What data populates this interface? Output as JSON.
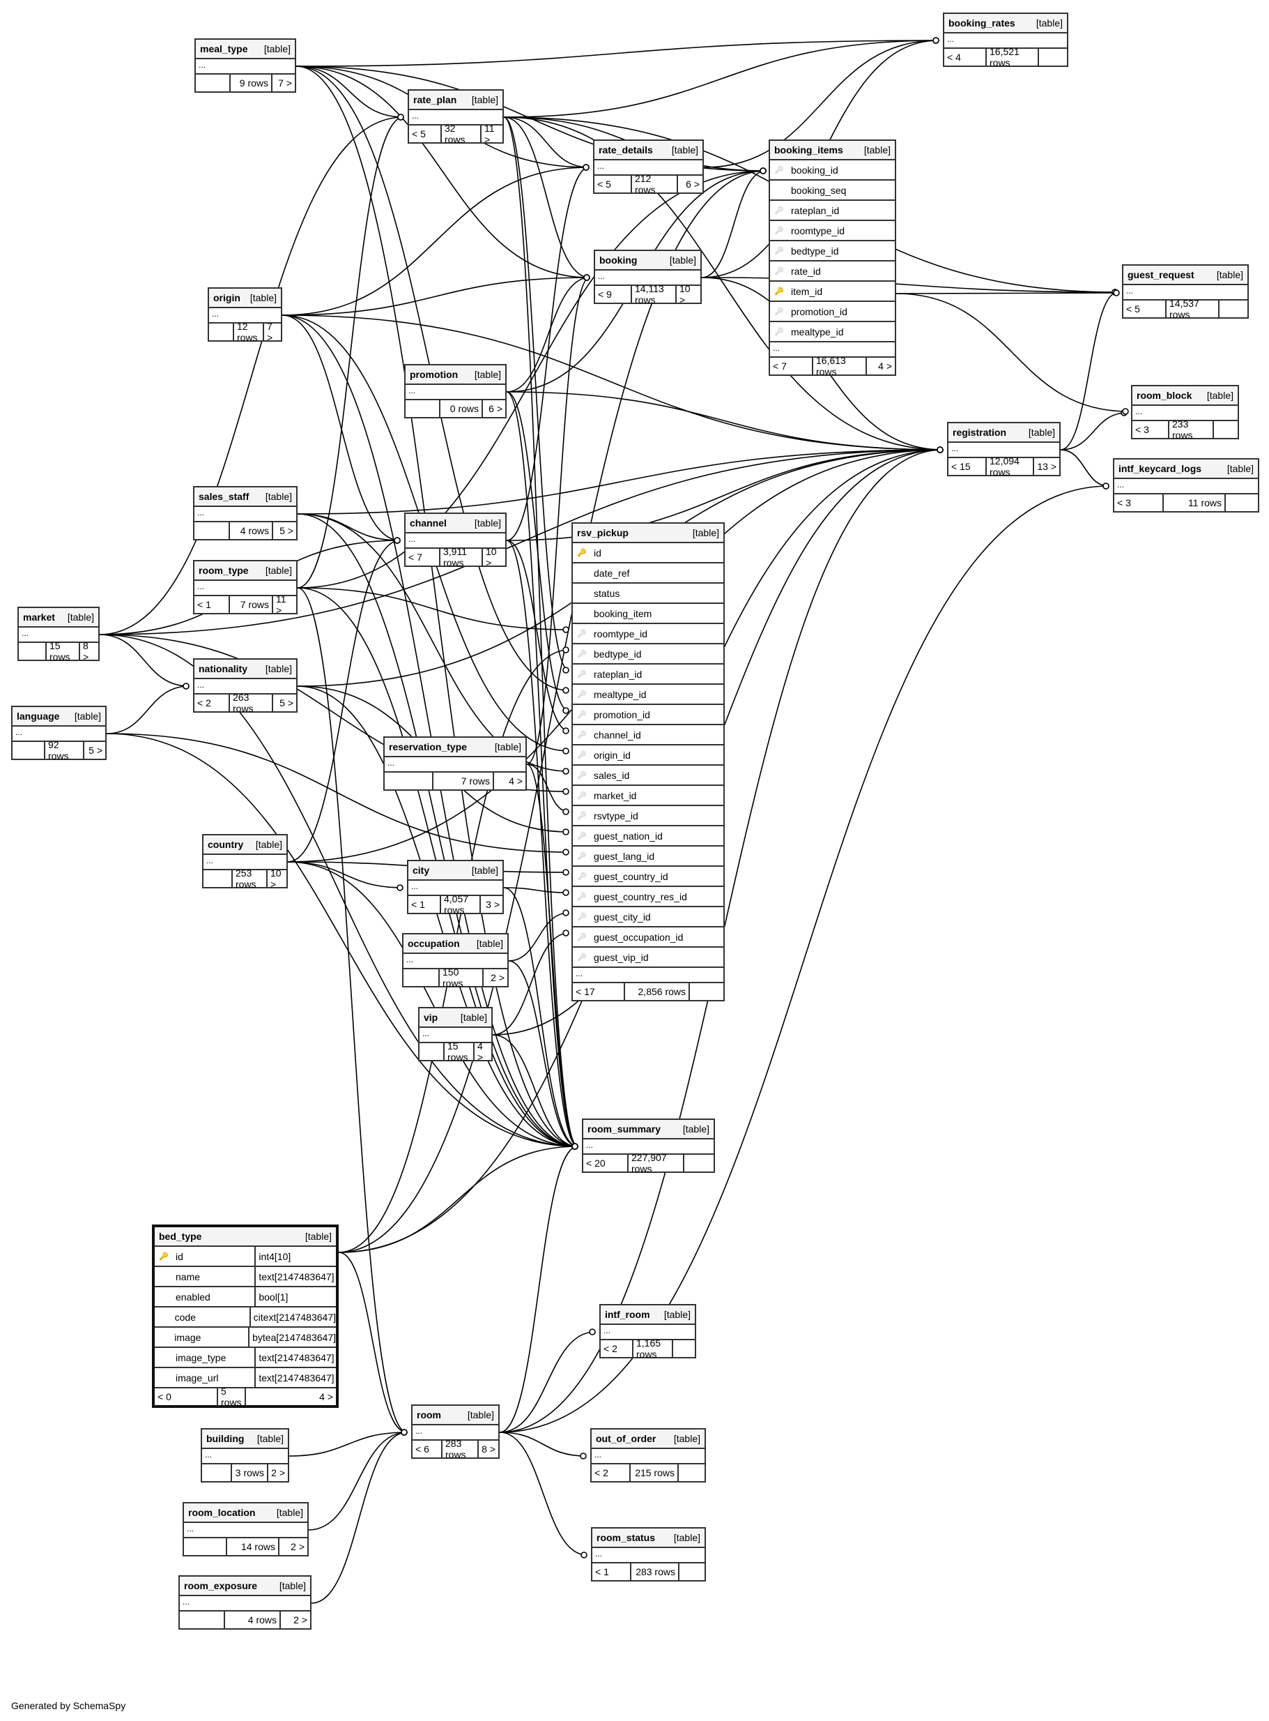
{
  "diagram": {
    "generator_note": "Generated by SchemaSpy",
    "type_label": "[table]",
    "ellipsis": "..."
  },
  "tables": {
    "meal_type": {
      "name": "meal_type",
      "parents": "",
      "rows": "9 rows",
      "children": "7 >"
    },
    "rate_plan": {
      "name": "rate_plan",
      "parents": "< 5",
      "rows": "32 rows",
      "children": "11 >"
    },
    "rate_details": {
      "name": "rate_details",
      "parents": "< 5",
      "rows": "212 rows",
      "children": "6 >"
    },
    "booking": {
      "name": "booking",
      "parents": "< 9",
      "rows": "14,113 rows",
      "children": "10 >"
    },
    "booking_rates": {
      "name": "booking_rates",
      "parents": "< 4",
      "rows": "16,521 rows",
      "children": ""
    },
    "guest_request": {
      "name": "guest_request",
      "parents": "< 5",
      "rows": "14,537 rows",
      "children": ""
    },
    "room_block": {
      "name": "room_block",
      "parents": "< 3",
      "rows": "233 rows",
      "children": ""
    },
    "registration": {
      "name": "registration",
      "parents": "< 15",
      "rows": "12,094 rows",
      "children": "13 >"
    },
    "intf_keycard_logs": {
      "name": "intf_keycard_logs",
      "parents": "< 3",
      "rows": "11 rows",
      "children": ""
    },
    "origin": {
      "name": "origin",
      "parents": "",
      "rows": "12 rows",
      "children": "7 >"
    },
    "promotion": {
      "name": "promotion",
      "parents": "",
      "rows": "0 rows",
      "children": "6 >"
    },
    "sales_staff": {
      "name": "sales_staff",
      "parents": "",
      "rows": "4 rows",
      "children": "5 >"
    },
    "channel": {
      "name": "channel",
      "parents": "< 7",
      "rows": "3,911 rows",
      "children": "10 >"
    },
    "room_type": {
      "name": "room_type",
      "parents": "< 1",
      "rows": "7 rows",
      "children": "11 >"
    },
    "market": {
      "name": "market",
      "parents": "",
      "rows": "15 rows",
      "children": "8 >"
    },
    "nationality": {
      "name": "nationality",
      "parents": "< 2",
      "rows": "263 rows",
      "children": "5 >"
    },
    "language": {
      "name": "language",
      "parents": "",
      "rows": "92 rows",
      "children": "5 >"
    },
    "reservation_type": {
      "name": "reservation_type",
      "parents": "",
      "rows": "7 rows",
      "children": "4 >"
    },
    "country": {
      "name": "country",
      "parents": "",
      "rows": "253 rows",
      "children": "10 >"
    },
    "city": {
      "name": "city",
      "parents": "< 1",
      "rows": "4,057 rows",
      "children": "3 >"
    },
    "occupation": {
      "name": "occupation",
      "parents": "",
      "rows": "150 rows",
      "children": "2 >"
    },
    "vip": {
      "name": "vip",
      "parents": "",
      "rows": "15 rows",
      "children": "4 >"
    },
    "room_summary": {
      "name": "room_summary",
      "parents": "< 20",
      "rows": "227,907 rows",
      "children": ""
    },
    "intf_room": {
      "name": "intf_room",
      "parents": "< 2",
      "rows": "1,165 rows",
      "children": ""
    },
    "room": {
      "name": "room",
      "parents": "< 6",
      "rows": "283 rows",
      "children": "8 >"
    },
    "out_of_order": {
      "name": "out_of_order",
      "parents": "< 2",
      "rows": "215 rows",
      "children": ""
    },
    "room_status": {
      "name": "room_status",
      "parents": "< 1",
      "rows": "283 rows",
      "children": ""
    },
    "building": {
      "name": "building",
      "parents": "",
      "rows": "3 rows",
      "children": "2 >"
    },
    "room_location": {
      "name": "room_location",
      "parents": "",
      "rows": "14 rows",
      "children": "2 >"
    },
    "room_exposure": {
      "name": "room_exposure",
      "parents": "",
      "rows": "4 rows",
      "children": "2 >"
    }
  },
  "booking_items": {
    "name": "booking_items",
    "parents": "< 7",
    "rows": "16,613 rows",
    "children": "4 >",
    "columns": [
      {
        "name": "booking_id",
        "key": "fk"
      },
      {
        "name": "booking_seq",
        "key": ""
      },
      {
        "name": "rateplan_id",
        "key": "fk"
      },
      {
        "name": "roomtype_id",
        "key": "fk"
      },
      {
        "name": "bedtype_id",
        "key": "fk"
      },
      {
        "name": "rate_id",
        "key": "fk"
      },
      {
        "name": "item_id",
        "key": "pk"
      },
      {
        "name": "promotion_id",
        "key": "fk"
      },
      {
        "name": "mealtype_id",
        "key": "fk"
      }
    ]
  },
  "rsv_pickup": {
    "name": "rsv_pickup",
    "parents": "< 17",
    "rows": "2,856 rows",
    "children": "",
    "columns": [
      {
        "name": "id",
        "key": "pk"
      },
      {
        "name": "date_ref",
        "key": ""
      },
      {
        "name": "status",
        "key": ""
      },
      {
        "name": "booking_item",
        "key": ""
      },
      {
        "name": "roomtype_id",
        "key": "fk"
      },
      {
        "name": "bedtype_id",
        "key": "fk"
      },
      {
        "name": "rateplan_id",
        "key": "fk"
      },
      {
        "name": "mealtype_id",
        "key": "fk"
      },
      {
        "name": "promotion_id",
        "key": "fk"
      },
      {
        "name": "channel_id",
        "key": "fk"
      },
      {
        "name": "origin_id",
        "key": "fk"
      },
      {
        "name": "sales_id",
        "key": "fk"
      },
      {
        "name": "market_id",
        "key": "fk"
      },
      {
        "name": "rsvtype_id",
        "key": "fk"
      },
      {
        "name": "guest_nation_id",
        "key": "fk"
      },
      {
        "name": "guest_lang_id",
        "key": "fk"
      },
      {
        "name": "guest_country_id",
        "key": "fk"
      },
      {
        "name": "guest_country_res_id",
        "key": "fk"
      },
      {
        "name": "guest_city_id",
        "key": "fk"
      },
      {
        "name": "guest_occupation_id",
        "key": "fk"
      },
      {
        "name": "guest_vip_id",
        "key": "fk"
      }
    ]
  },
  "bed_type": {
    "name": "bed_type",
    "parents": "< 0",
    "rows": "5 rows",
    "children": "4 >",
    "columns": [
      {
        "name": "id",
        "type": "int4[10]",
        "key": "pk"
      },
      {
        "name": "name",
        "type": "text[2147483647]",
        "key": ""
      },
      {
        "name": "enabled",
        "type": "bool[1]",
        "key": ""
      },
      {
        "name": "code",
        "type": "citext[2147483647]",
        "key": ""
      },
      {
        "name": "image",
        "type": "bytea[2147483647]",
        "key": ""
      },
      {
        "name": "image_type",
        "type": "text[2147483647]",
        "key": ""
      },
      {
        "name": "image_url",
        "type": "text[2147483647]",
        "key": ""
      }
    ]
  },
  "key_icon": "key-icon"
}
